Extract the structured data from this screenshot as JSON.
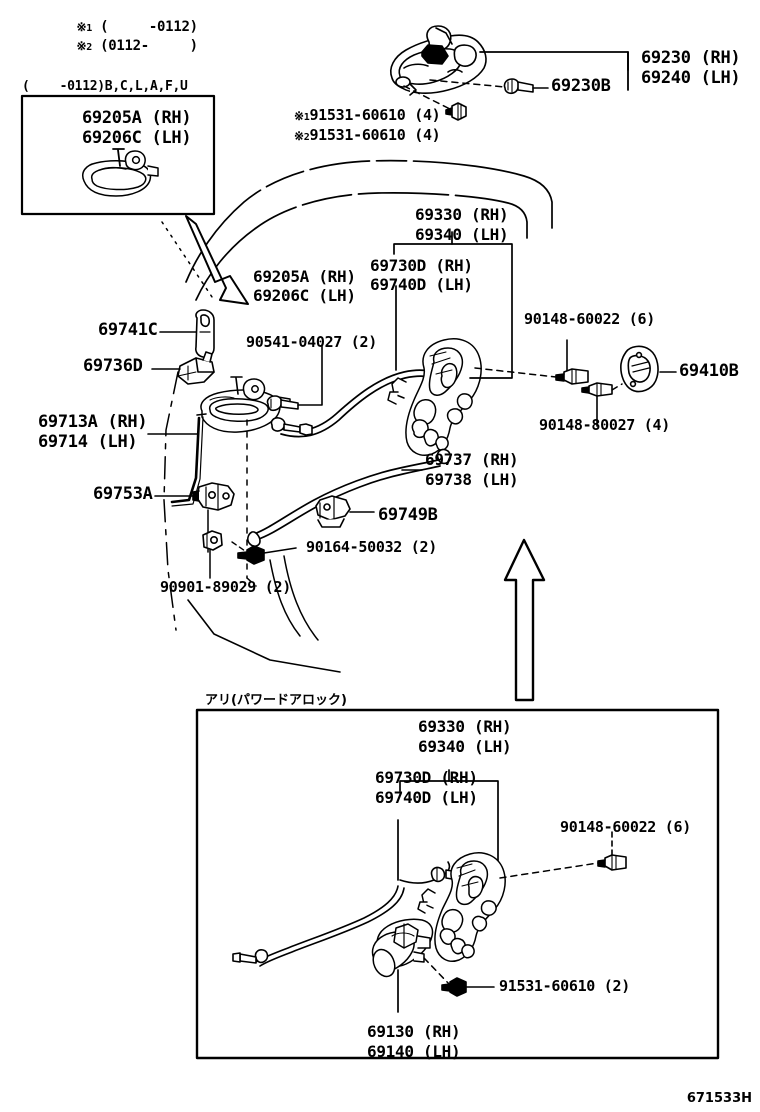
{
  "diagram": {
    "corner_code": "671533H",
    "notes": [
      {
        "marker": "※1",
        "text": "(     -0112)"
      },
      {
        "marker": "※2",
        "text": "(0112-     )"
      }
    ],
    "inset_top": {
      "caption": "(    -0112)B,C,L,A,F,U",
      "labels": [
        "69205A (RH)",
        "69206C (LH)"
      ]
    },
    "inset_bottom": {
      "caption": "アリ(パワードアロック)",
      "labels": [
        "69330 (RH)",
        "69340 (LH)",
        "69730D (RH)",
        "69740D (LH)",
        "90148-60022 (6)",
        "91531-60610 (2)",
        "69130 (RH)",
        "69140 (LH)"
      ]
    },
    "callouts": [
      {
        "id": "c-69230rh",
        "text": "69230 (RH)"
      },
      {
        "id": "c-69240lh",
        "text": "69240 (LH)"
      },
      {
        "id": "c-69230b",
        "text": "69230B"
      },
      {
        "id": "c-91531-1",
        "marker": "※1",
        "text": "91531-60610 (4)"
      },
      {
        "id": "c-91531-2",
        "marker": "※2",
        "text": "91531-60610 (4)"
      },
      {
        "id": "c-69205a",
        "text": "69205A (RH)"
      },
      {
        "id": "c-69206c",
        "text": "69206C (LH)"
      },
      {
        "id": "c-69330rh",
        "text": "69330 (RH)"
      },
      {
        "id": "c-69340lh",
        "text": "69340 (LH)"
      },
      {
        "id": "c-69730d",
        "text": "69730D (RH)"
      },
      {
        "id": "c-69740d",
        "text": "69740D (LH)"
      },
      {
        "id": "c-90541",
        "text": "90541-04027 (2)"
      },
      {
        "id": "c-90148-60022",
        "text": "90148-60022 (6)"
      },
      {
        "id": "c-69410b",
        "text": "69410B"
      },
      {
        "id": "c-90148-80027",
        "text": "90148-80027 (4)"
      },
      {
        "id": "c-69741c",
        "text": "69741C"
      },
      {
        "id": "c-69736d",
        "text": "69736D"
      },
      {
        "id": "c-69713a",
        "text": "69713A (RH)"
      },
      {
        "id": "c-69714",
        "text": "69714 (LH)"
      },
      {
        "id": "c-69753a",
        "text": "69753A"
      },
      {
        "id": "c-69737rh",
        "text": "69737 (RH)"
      },
      {
        "id": "c-69738lh",
        "text": "69738 (LH)"
      },
      {
        "id": "c-69749b",
        "text": "69749B"
      },
      {
        "id": "c-90164",
        "text": "90164-50032 (2)"
      },
      {
        "id": "c-90901",
        "text": "90901-89029 (2)"
      },
      {
        "id": "c-b-69330rh",
        "text": "69330 (RH)"
      },
      {
        "id": "c-b-69340lh",
        "text": "69340 (LH)"
      },
      {
        "id": "c-b-69730d",
        "text": "69730D (RH)"
      },
      {
        "id": "c-b-69740d",
        "text": "69740D (LH)"
      },
      {
        "id": "c-b-90148",
        "text": "90148-60022 (6)"
      },
      {
        "id": "c-b-91531",
        "text": "91531-60610 (2)"
      },
      {
        "id": "c-b-69130rh",
        "text": "69130 (RH)"
      },
      {
        "id": "c-b-69140lh",
        "text": "69140 (LH)"
      }
    ],
    "colors": {
      "ink": "#000000",
      "paper": "#ffffff"
    }
  }
}
